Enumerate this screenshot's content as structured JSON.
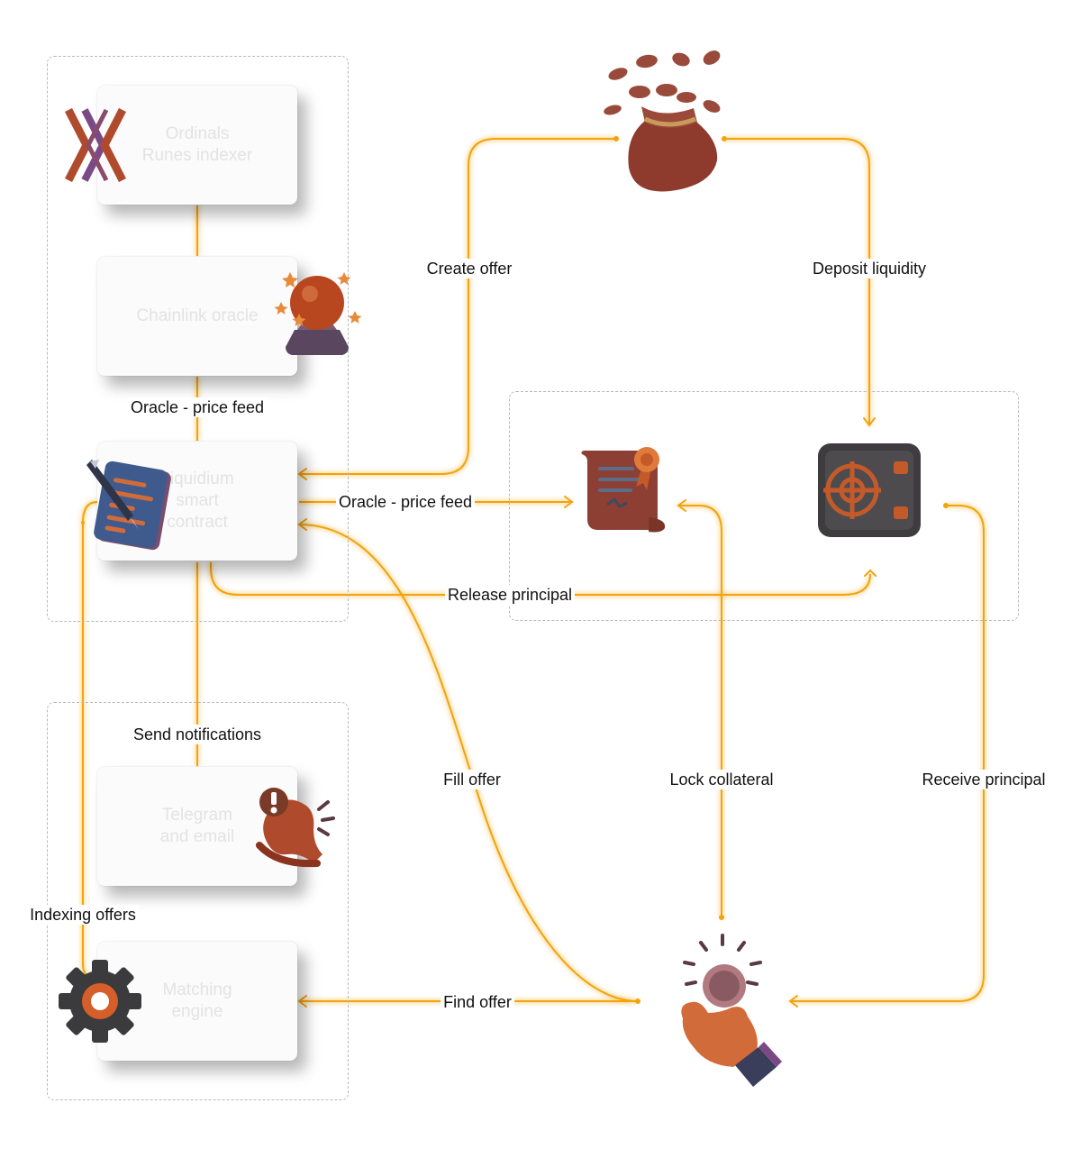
{
  "colors": {
    "accent": "#f2a30f",
    "icon_primary": "#b04a2c",
    "icon_dark": "#3b3a3d",
    "group_border": "#b9b9b9"
  },
  "cards": {
    "runes_indexer": "Ordinals\nRunes indexer",
    "oracle": "Chainlink oracle",
    "liquidium": "Liquidium\nsmart\ncontract",
    "notifications": "Telegram\nand email",
    "matching": "Matching\nengine"
  },
  "labels": {
    "create_offer": "Create offer",
    "deposit_liquidity": "Deposit liquidity",
    "oracle_price_feed_1": "Oracle - price feed",
    "oracle_price_feed_2": "Oracle - price feed",
    "release_principal": "Release principal",
    "send_notifications": "Send notifications",
    "fill_offer": "Fill offer",
    "lock_collateral": "Lock collateral",
    "receive_principal": "Receive principal",
    "indexing_offers": "Indexing offers",
    "find_offer": "Find offer"
  },
  "icons": [
    "logo-icon",
    "crystal-ball-icon",
    "contract-pen-icon",
    "notification-bell-icon",
    "gear-icon",
    "money-bag-icon",
    "certificate-scroll-icon",
    "safe-vault-icon",
    "hand-coin-icon"
  ]
}
